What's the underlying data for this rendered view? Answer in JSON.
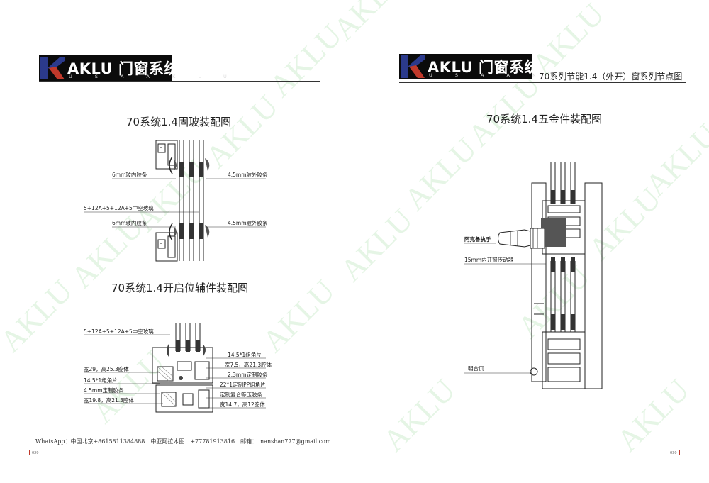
{
  "watermark": "AKLU",
  "left_page": {
    "logo": {
      "brand": "AKLU 门窗系统",
      "sub": "U S A  A K L U"
    },
    "section1": {
      "title": "70系统1.4固玻装配图",
      "labels": {
        "glass_inner_strip_top": "6mm玻内胶条",
        "glass_outer_strip_top": "4.5mm玻外胶条",
        "hollow_glass": "5+12A+5+12A+5中空玻璃",
        "glass_inner_strip_bottom": "6mm玻内胶条",
        "glass_outer_strip_bottom": "4.5mm玻外胶条"
      }
    },
    "section2": {
      "title": "70系统1.4开启位辅件装配图",
      "labels": {
        "hollow_glass": "5+12A+5+12A+5中空玻璃",
        "left_1": "宽29，高25.3腔体",
        "left_2": "14.5*1组角片",
        "left_3": "4.5mm定制胶条",
        "left_4": "宽19.8，高21.3腔体",
        "right_1": "14.5*1组角片",
        "right_2": "宽7.5，高21.3腔体",
        "right_3": "2.3mm定制胶条",
        "right_4": "22*1定制PP组角片",
        "right_5": "定制复合等压胶条",
        "right_6": "宽14.7，高12腔体"
      }
    },
    "footer": "WhatsApp：中国北京+8615811384888　中亚阿拉木图：+77781913816　邮箱：　nanshan777@gmail.com",
    "page_no": "029"
  },
  "right_page": {
    "logo": {
      "brand": "AKLU 门窗系统",
      "sub": "U S A  A K L U"
    },
    "header_title": "70系列节能1.4（外开）窗系列节点图",
    "section": {
      "title": "70系统1.4五金件装配图",
      "labels": {
        "handle": "阿克鲁执手",
        "transmission": "15mm内开窗传动器",
        "hinge": "明合页"
      }
    },
    "page_no": "030"
  },
  "colors": {
    "logo_bg": "#0b0b0b",
    "logo_k_blue": "#2b3a8c",
    "logo_k_red": "#c0392b",
    "watermark": "#6ec86e"
  }
}
